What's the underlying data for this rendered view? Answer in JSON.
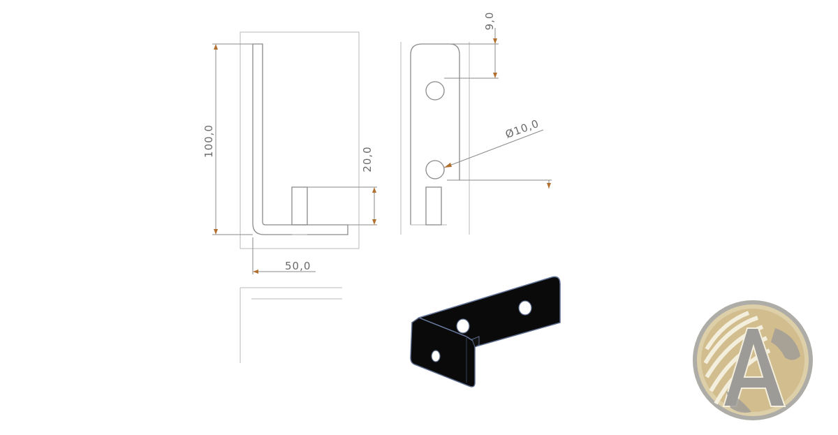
{
  "drawing": {
    "dimensions": {
      "height": "100,0",
      "width": "50,0",
      "inner_height": "20,0",
      "top_offset": "9,0",
      "hole_diameter": "Ø10,0"
    }
  },
  "colors": {
    "part_fill": "#0a0a0a",
    "part_edge": "#5a6a8a",
    "line": "#8a8a8a",
    "logo_gold": "#c9b27a",
    "logo_gray": "#8c8a86"
  },
  "logo": {
    "icon": "globe-letter-a-logo"
  }
}
